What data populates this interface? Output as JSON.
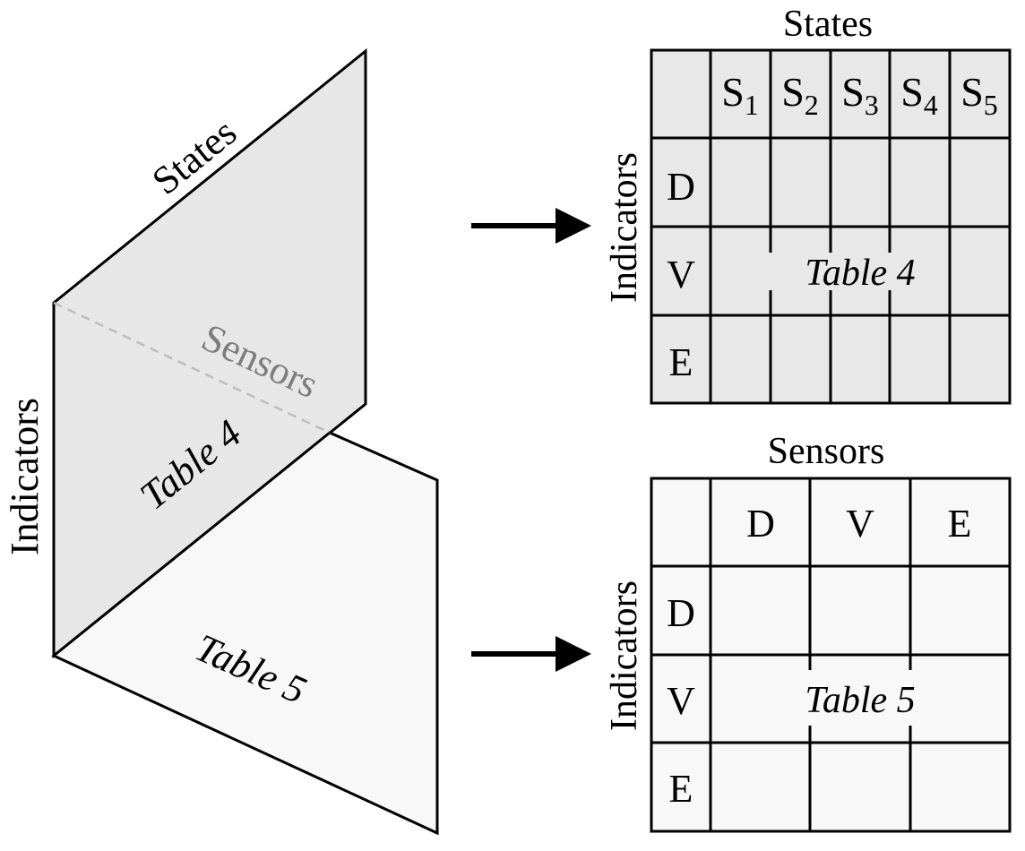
{
  "diagram": {
    "left": {
      "states_label": "States",
      "sensors_label": "Sensors",
      "indicators_label": "Indicators",
      "table4_label": "Table 4",
      "table5_label": "Table 5"
    },
    "table4": {
      "title": "States",
      "row_axis_label": "Indicators",
      "columns": [
        {
          "base": "S",
          "sub": "1"
        },
        {
          "base": "S",
          "sub": "2"
        },
        {
          "base": "S",
          "sub": "3"
        },
        {
          "base": "S",
          "sub": "4"
        },
        {
          "base": "S",
          "sub": "5"
        }
      ],
      "rows": [
        "D",
        "V",
        "E"
      ],
      "center_label": "Table 4"
    },
    "table5": {
      "title": "Sensors",
      "row_axis_label": "Indicators",
      "columns": [
        "D",
        "V",
        "E"
      ],
      "rows": [
        "D",
        "V",
        "E"
      ],
      "center_label": "Table 5"
    },
    "colors": {
      "upper_plane": "#e7e7e7",
      "lower_plane": "#f8f8f8",
      "table4_fill": "#e8e8e8",
      "table5_fill": "#f8f8f8",
      "sensors_text": "#7d7d7d",
      "dashed_line": "#bdbdbd"
    }
  }
}
